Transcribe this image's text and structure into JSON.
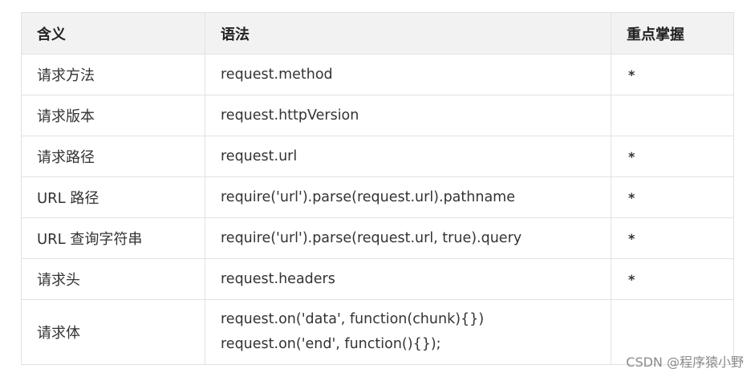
{
  "table": {
    "headers": [
      "含义",
      "语法",
      "重点掌握"
    ],
    "rows": [
      {
        "meaning": "请求方法",
        "syntax": [
          "request.method"
        ],
        "key": "*"
      },
      {
        "meaning": "请求版本",
        "syntax": [
          "request.httpVersion"
        ],
        "key": ""
      },
      {
        "meaning": "请求路径",
        "syntax": [
          "request.url"
        ],
        "key": "*"
      },
      {
        "meaning": "URL 路径",
        "syntax": [
          "require('url').parse(request.url).pathname"
        ],
        "key": "*"
      },
      {
        "meaning": "URL 查询字符串",
        "syntax": [
          "require('url').parse(request.url, true).query"
        ],
        "key": "*"
      },
      {
        "meaning": "请求头",
        "syntax": [
          "request.headers"
        ],
        "key": "*"
      },
      {
        "meaning": "请求体",
        "syntax": [
          "request.on('data', function(chunk){})",
          "request.on('end', function(){});"
        ],
        "key": ""
      }
    ]
  },
  "watermark": "CSDN @程序猿小野"
}
